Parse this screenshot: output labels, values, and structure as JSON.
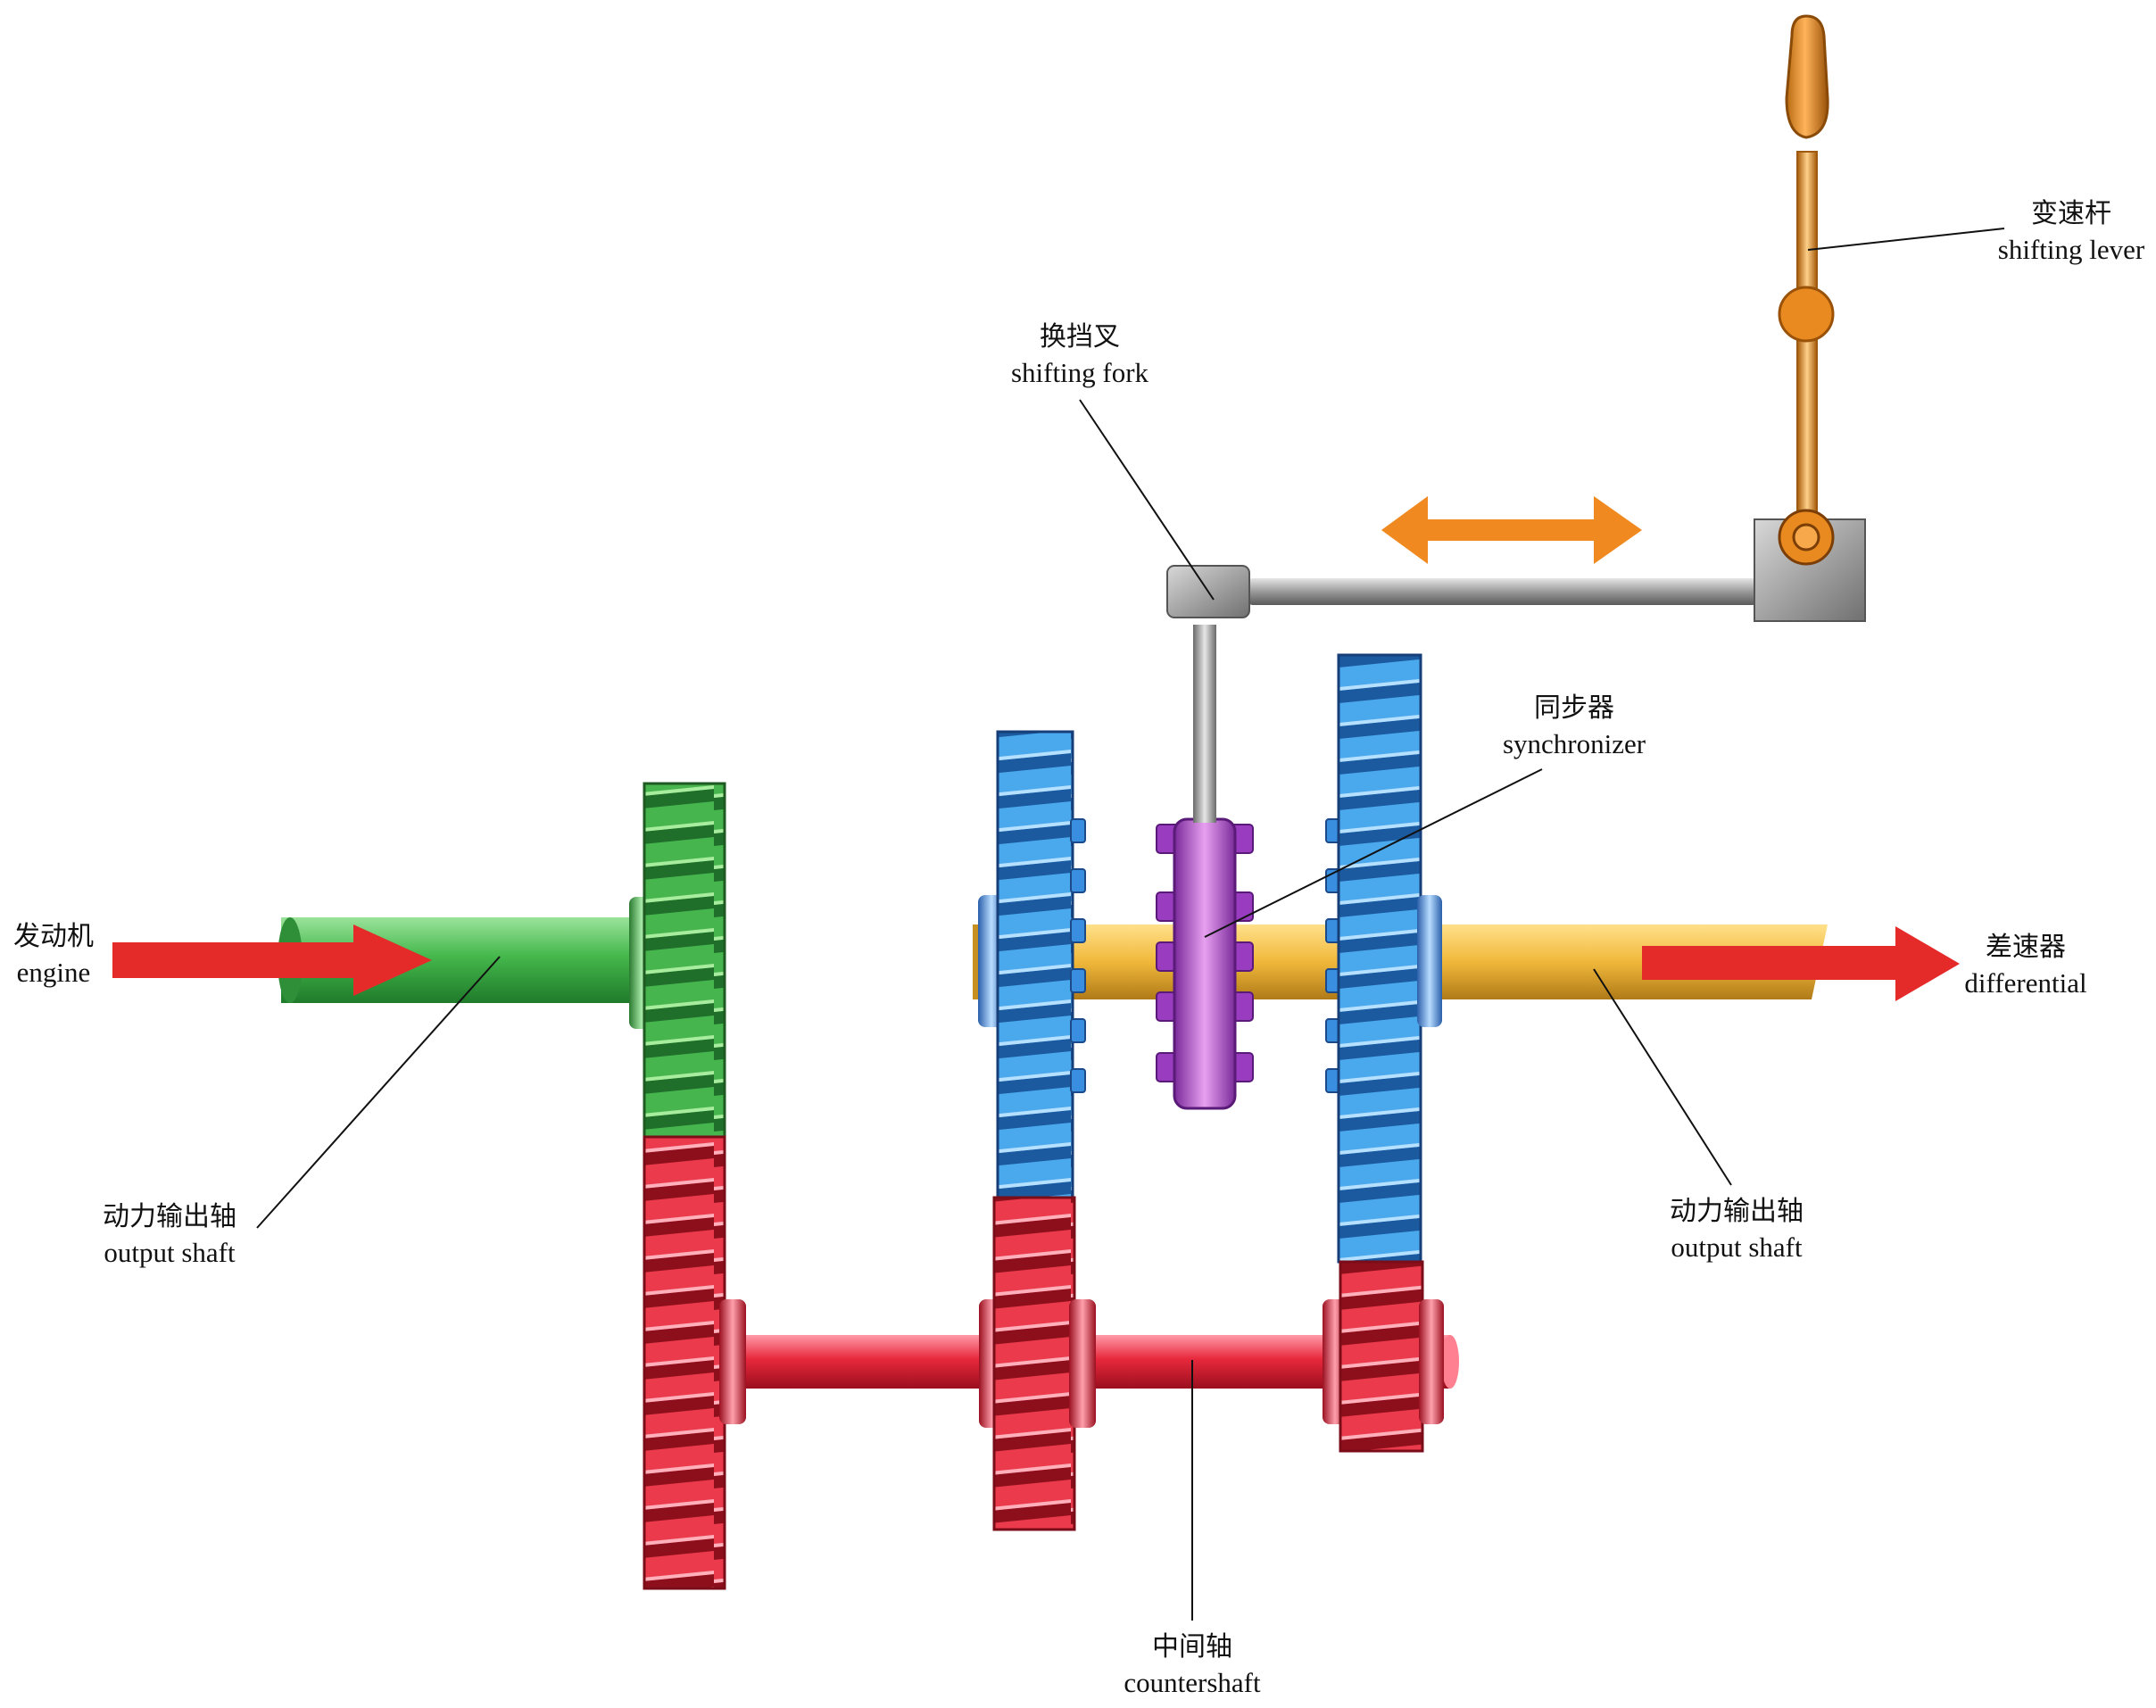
{
  "labels": {
    "engine": {
      "zh": "发动机",
      "en": "engine"
    },
    "output_shaft_left": {
      "zh": "动力输出轴",
      "en": "output shaft"
    },
    "shifting_fork": {
      "zh": "换挡叉",
      "en": "shifting fork"
    },
    "synchronizer": {
      "zh": "同步器",
      "en": "synchronizer"
    },
    "shifting_lever": {
      "zh": "变速杆",
      "en": "shifting lever"
    },
    "differential": {
      "zh": "差速器",
      "en": "differential"
    },
    "output_shaft_right": {
      "zh": "动力输出轴",
      "en": "output shaft"
    },
    "countershaft": {
      "zh": "中间轴",
      "en": "countershaft"
    }
  },
  "colors": {
    "input_gear": "#3fb34a",
    "countershaft": "#e8283c",
    "output_gears": "#3a9ee0",
    "output_shaft": "#f0c040",
    "synchronizer": "#a040c0",
    "lever": "#e08a1c",
    "flow_arrow": "#e52a2a",
    "shift_arrow": "#f08a20"
  }
}
